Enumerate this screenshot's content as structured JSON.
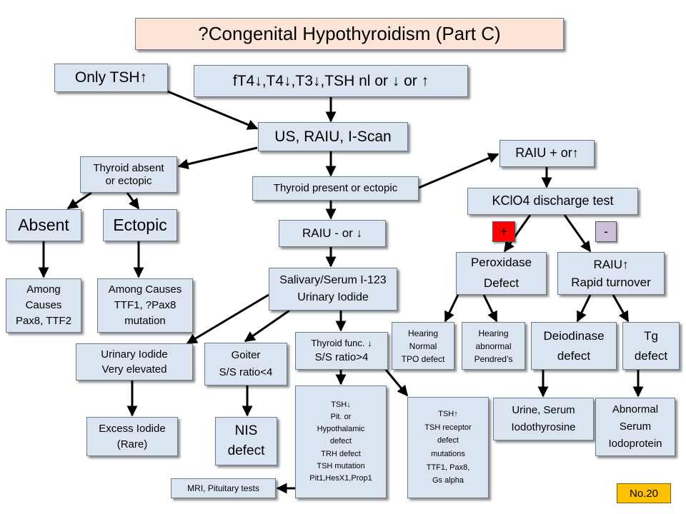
{
  "title": "?Congenital Hypothyroidism (Part C)",
  "nodes": {
    "only_tsh": [
      "Only TSH↑"
    ],
    "labs": [
      "fT4↓,T4↓,T3↓,TSH nl or ↓ or ↑"
    ],
    "us_raiu": [
      "US, RAIU, I-Scan"
    ],
    "thyroid_absent": [
      "Thyroid absent",
      "or ectopic"
    ],
    "thyroid_present": [
      "Thyroid present or ectopic"
    ],
    "raiu_plus": [
      "RAIU + or↑"
    ],
    "kclo4": [
      "KClO4 discharge test"
    ],
    "absent": [
      "Absent"
    ],
    "ectopic": [
      "Ectopic"
    ],
    "raiu_minus": [
      "RAIU - or ↓"
    ],
    "peroxidase": [
      "Peroxidase",
      "Defect"
    ],
    "raiu_up": [
      "RAIU↑",
      "Rapid turnover"
    ],
    "causes_absent": [
      "Among",
      "Causes",
      "Pax8, TTF2"
    ],
    "causes_ectopic": [
      "Among Causes",
      "TTF1, ?Pax8",
      "mutation"
    ],
    "salivary": [
      "Salivary/Serum I-123",
      "Urinary Iodide"
    ],
    "hearing_normal": [
      "Hearing",
      "Normal",
      "TPO defect"
    ],
    "hearing_abnormal": [
      "Hearing",
      "abnormal",
      "Pendred’s"
    ],
    "deiodinase": [
      "Deiodinase",
      "defect"
    ],
    "tg": [
      "Tg",
      "defect"
    ],
    "urinary_iodide": [
      "Urinary Iodide",
      "Very elevated"
    ],
    "goiter": [
      "Goiter",
      "S/S ratio<4"
    ],
    "thyroid_func": [
      "Thyroid func. ↓",
      "S/S ratio>4"
    ],
    "excess_iodide": [
      "Excess Iodide",
      "(Rare)"
    ],
    "nis": [
      "NIS",
      "defect"
    ],
    "tsh_down": [
      "TSH↓",
      "Pit. or",
      "Hypothalamic",
      "defect",
      "TRH defect",
      "TSH mutation",
      "Pit1,HesX1,Prop1"
    ],
    "tsh_up": [
      "TSH↑",
      "TSH receptor",
      "defect",
      "mutations",
      "TTF1, Pax8,",
      "Gs alpha"
    ],
    "urine_serum": [
      "Urine, Serum",
      "Iodothyrosine"
    ],
    "abnormal_serum": [
      "Abnormal",
      "Serum",
      "Iodoprotein"
    ],
    "mri": [
      "MRI, Pituitary tests"
    ]
  },
  "signs": {
    "plus": "+",
    "minus": "-"
  },
  "badge": "No.20",
  "colors": {
    "box_fill": "#dbe5f1",
    "title_fill": "#fce4d6",
    "plus_fill": "#ff0000",
    "minus_fill": "#ccc0da",
    "badge_fill": "#ffc000",
    "arrow": "#000000"
  }
}
